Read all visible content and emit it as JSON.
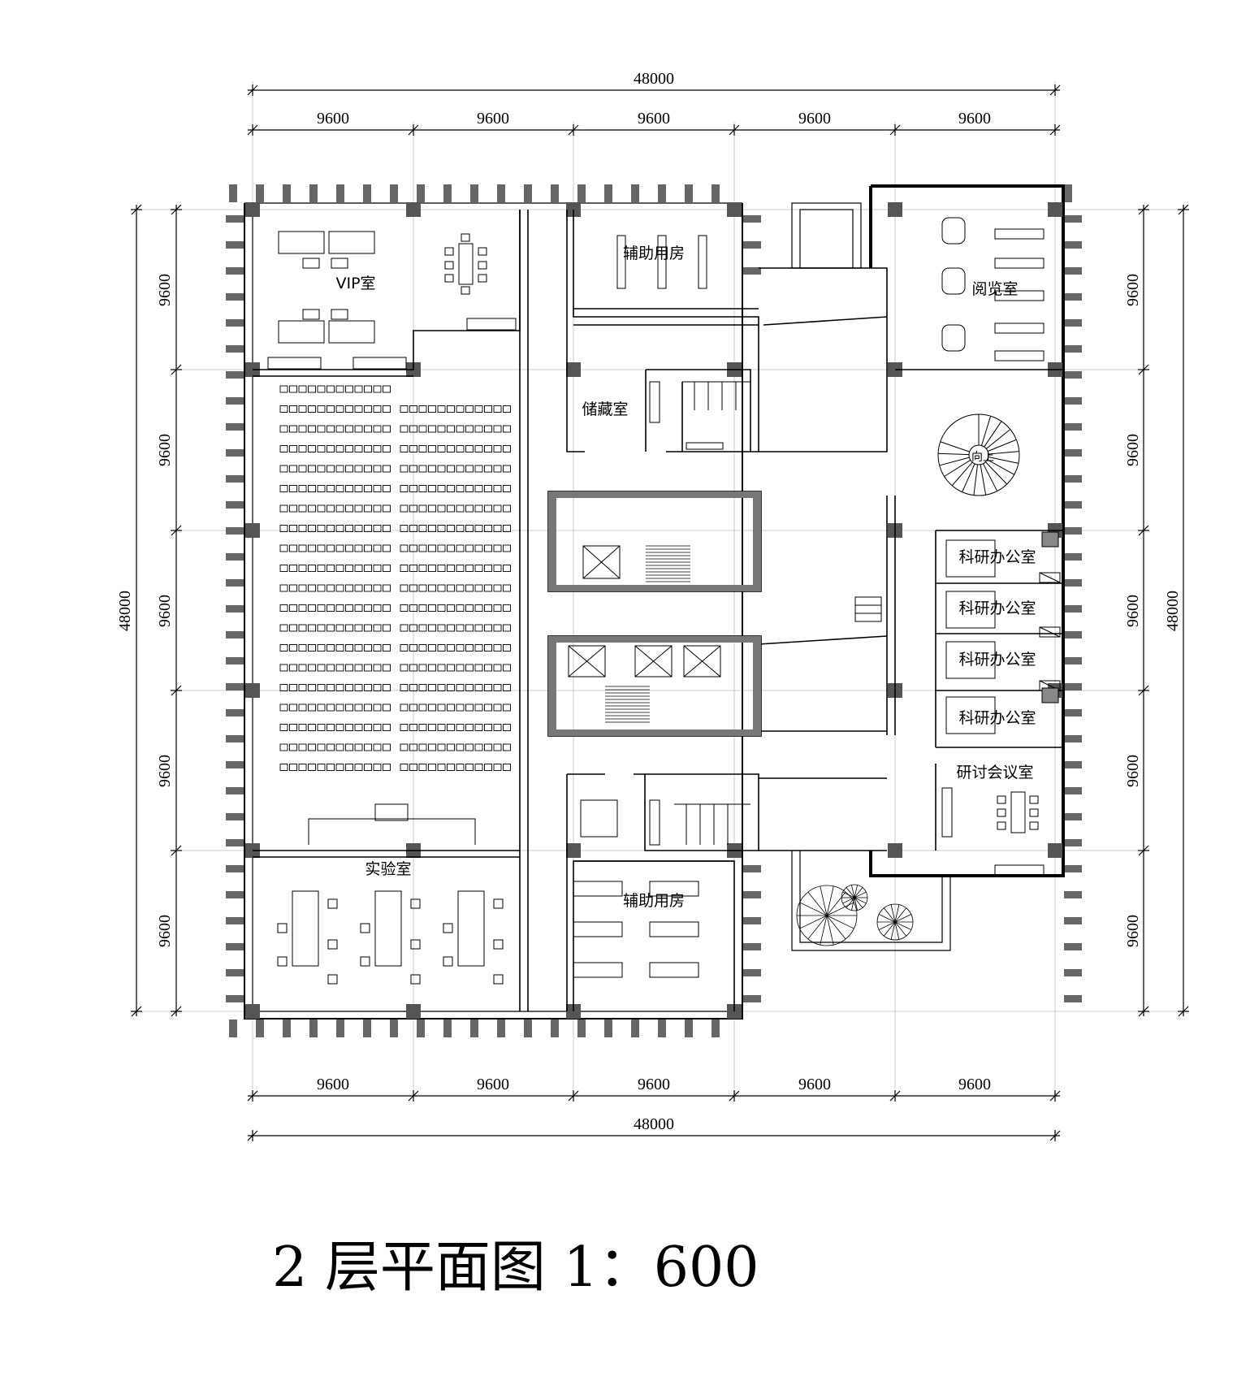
{
  "title": "2 层平面图  1：600",
  "dimensions": {
    "overall": "48000",
    "bay": "9600"
  },
  "rooms": {
    "vip": "VIP室",
    "aux_top": "辅助用房",
    "storage": "储藏室",
    "reading": "阅览室",
    "up": "向上",
    "office1": "科研办公室",
    "office2": "科研办公室",
    "office3": "科研办公室",
    "office4": "科研办公室",
    "seminar": "研讨会议室",
    "lab": "实验室",
    "aux_bottom": "辅助用房"
  }
}
